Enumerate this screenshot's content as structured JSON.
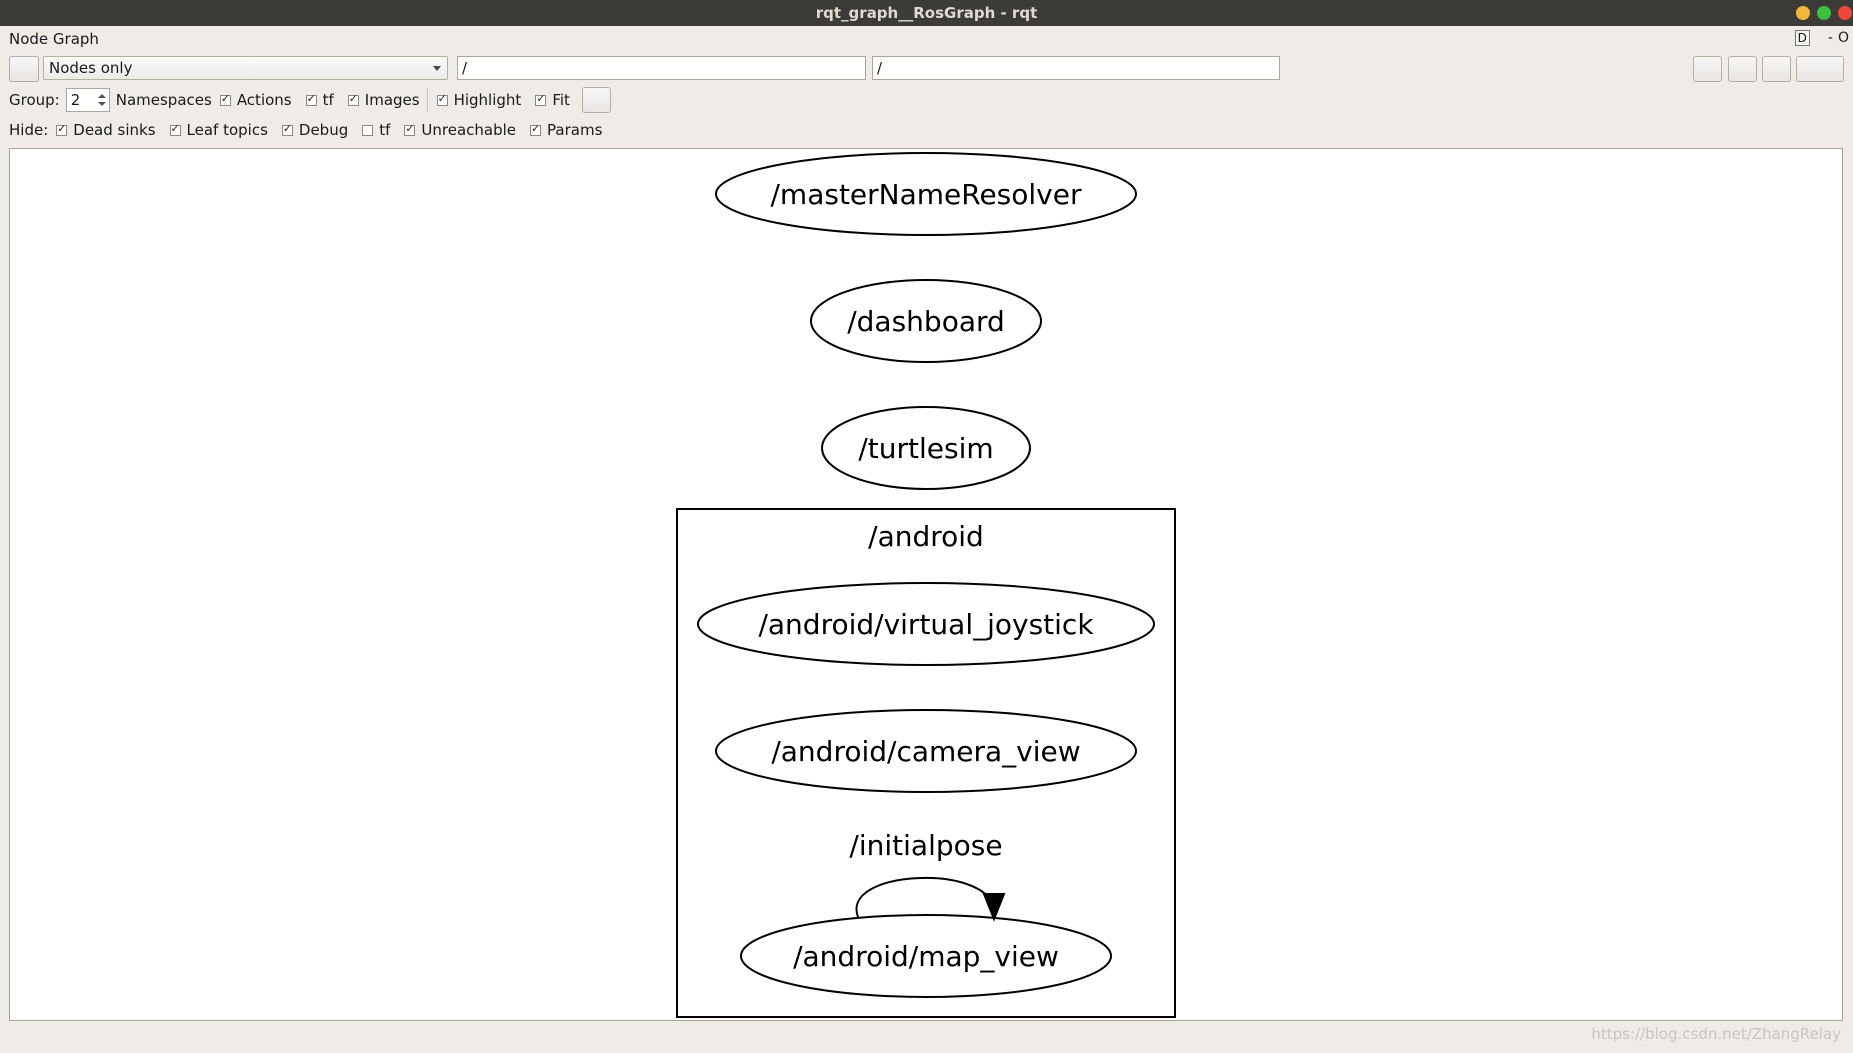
{
  "window": {
    "title": "rqt_graph__RosGraph - rqt"
  },
  "dock": {
    "title": "Node Graph",
    "d_label": "D",
    "dash_label": "-",
    "o_label": "O"
  },
  "toolbar": {
    "mode_selected": "Nodes only",
    "filter_include": "/",
    "filter_exclude": "/"
  },
  "options": {
    "group_label": "Group:",
    "group_value": "2",
    "items": [
      {
        "label": "Namespaces",
        "checked": true
      },
      {
        "label": "Actions",
        "checked": true
      },
      {
        "label": "tf",
        "checked": true
      },
      {
        "label": "Images",
        "checked": true
      },
      {
        "label": "Highlight",
        "checked": true
      },
      {
        "label": "Fit",
        "checked": true
      }
    ]
  },
  "hide": {
    "label": "Hide:",
    "items": [
      {
        "label": "Dead sinks",
        "checked": true
      },
      {
        "label": "Leaf topics",
        "checked": true
      },
      {
        "label": "Debug",
        "checked": true
      },
      {
        "label": "tf",
        "checked": false
      },
      {
        "label": "Unreachable",
        "checked": true
      },
      {
        "label": "Params",
        "checked": true
      }
    ]
  },
  "graph": {
    "nodes": {
      "master": "/masterNameResolver",
      "dashboard": "/dashboard",
      "turtlesim": "/turtlesim",
      "joystick": "/android/virtual_joystick",
      "camera": "/android/camera_view",
      "map": "/android/map_view"
    },
    "cluster_label": "/android",
    "edge_label": "/initialpose"
  },
  "watermark": "https://blog.csdn.net/ZhangRelay"
}
